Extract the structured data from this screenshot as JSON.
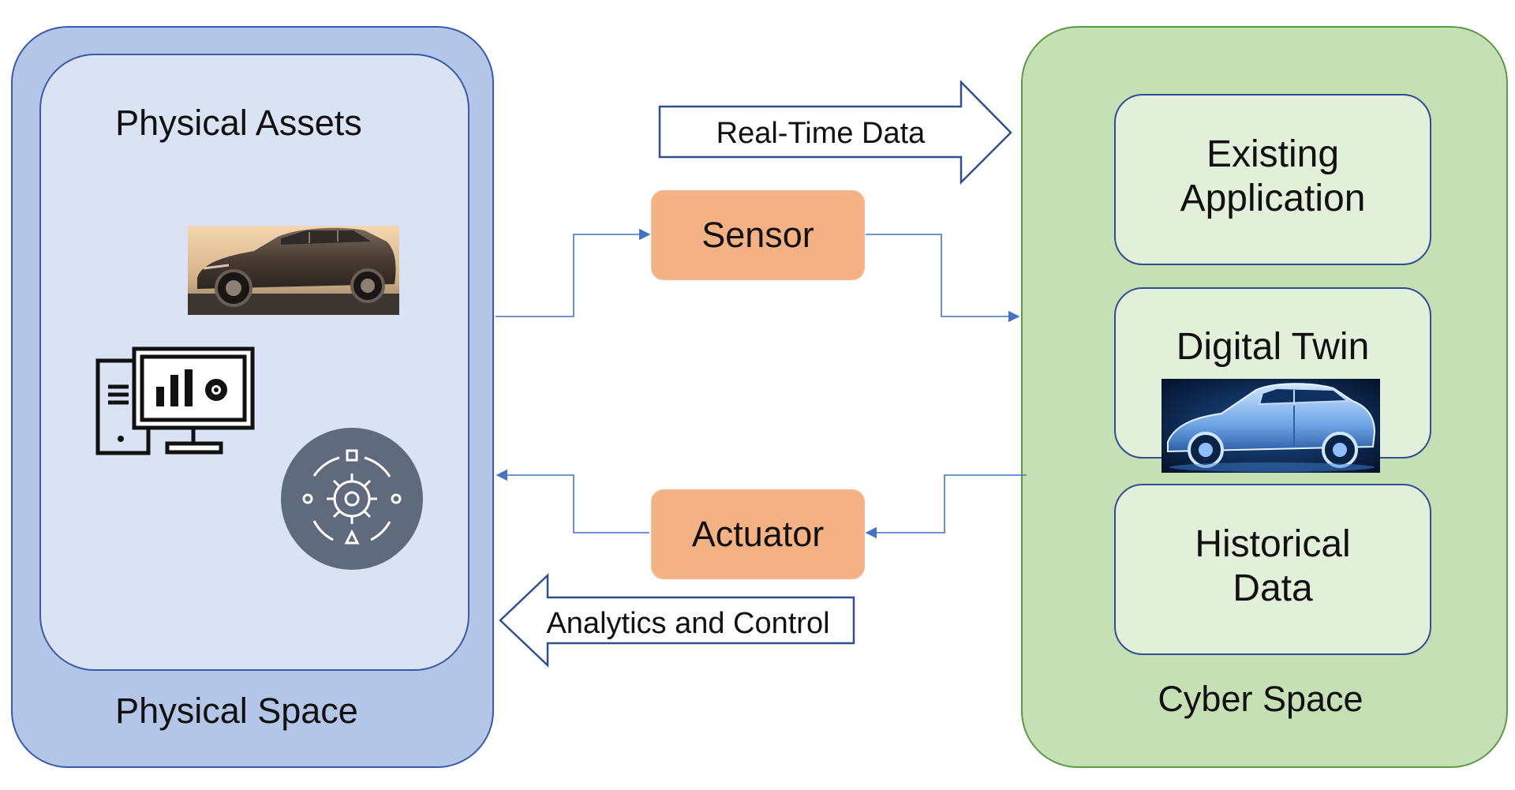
{
  "physical_space": {
    "title": "Physical Space",
    "inner_title": "Physical Assets",
    "icons": [
      "car-photo",
      "computer-dashboard-icon",
      "gear-cycle-icon"
    ]
  },
  "cyber_space": {
    "title": "Cyber Space",
    "boxes": [
      {
        "line1": "Existing",
        "line2": "Application"
      },
      {
        "line1": "Digital Twin",
        "image": "digital-twin-car-render"
      },
      {
        "line1": "Historical",
        "line2": "Data"
      }
    ]
  },
  "flow": {
    "sensor_label": "Sensor",
    "actuator_label": "Actuator",
    "forward_arrow_label": "Real-Time Data",
    "return_arrow_label": "Analytics and Control"
  },
  "colors": {
    "physical_outer": "#b3c6e7",
    "physical_inner": "#d9e3f3",
    "physical_border": "#3a5aa8",
    "cyber_outer": "#c5e0b4",
    "cyber_inner": "#e2efd9",
    "cyber_border": "#5a9a45",
    "node_fill": "#f4b183",
    "connector": "#4472c4",
    "arrow_outline": "#2f4f8f",
    "gear_disc": "#5f6b7c"
  }
}
